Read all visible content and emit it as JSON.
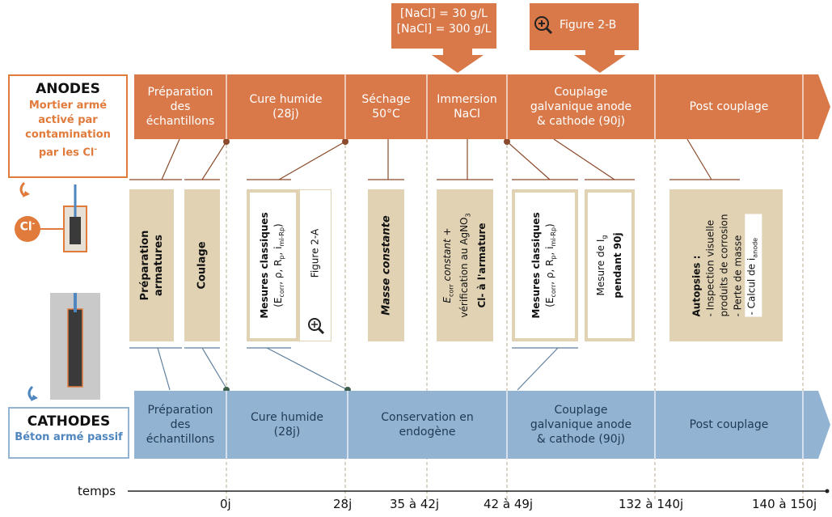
{
  "anodes": {
    "title": "ANODES",
    "desc_lines": [
      "Mortier armé",
      "activé par",
      "contamination",
      "par les Cl",
      "-"
    ]
  },
  "cathodes": {
    "title": "CATHODES",
    "desc": "Béton armé passif"
  },
  "cl_label": "Cl",
  "cl_sup": "-",
  "callouts": {
    "nacl_line1": "[NaCl] = 30 g/L",
    "nacl_line2": "[NaCl] = 300 g/L",
    "fig2b": "Figure 2-B"
  },
  "anode_phases": [
    [
      "Préparation",
      "des",
      "échantillons"
    ],
    [
      "Cure humide",
      "(28j)"
    ],
    [
      "Séchage",
      "50°C"
    ],
    [
      "Immersion",
      "NaCl"
    ],
    [
      "Couplage",
      "galvanique anode",
      "& cathode (90j)"
    ],
    [
      "Post couplage"
    ]
  ],
  "cathode_phases": [
    [
      "Préparation",
      "des",
      "échantillons"
    ],
    [
      "Cure humide",
      "(28j)"
    ],
    [
      "Conservation en",
      "endogène"
    ],
    [
      "Couplage",
      "galvanique anode",
      "& cathode (90j)"
    ],
    [
      "Post couplage"
    ]
  ],
  "boxes": {
    "prep_armatures": [
      "Préparation",
      "armatures"
    ],
    "coulage": "Coulage",
    "mesures_title": "Mesures classiques",
    "mesures_params": "(E",
    "mesures_corr": "corr",
    "mesures_rest": ", ρ, R",
    "mesures_p": "p",
    "mesures_i": ", i",
    "mesures_mirp": "mi-Rp",
    "mesures_close": ")",
    "figure2a": "Figure 2-A",
    "masse": "Masse constante",
    "ecorr_e": "E",
    "ecorr_sub": "corr",
    "ecorr_line1_rest": " constant +",
    "ecorr_line2": "vérification au AgNO",
    "ecorr_line2_sub": "3",
    "ecorr_line3": "Cl- à l'armature",
    "ig_line1": "Mesure de I",
    "ig_sub": "g",
    "ig_line2": "pendant 90j",
    "autopsies_title": "Autopsies :",
    "autopsies_l1": "- Inspection visuelle",
    "autopsies_l2": "produits de corrosion",
    "autopsies_l3": "- Perte de masse",
    "autopsies_l4": "- Calcul de i",
    "autopsies_sub": "anode"
  },
  "timeline": {
    "label": "temps",
    "ticks": [
      "0j",
      "28j",
      "35 à 42j",
      "42 à 49j",
      "132 à 140j",
      "140 à 150j"
    ]
  },
  "colors": {
    "anode": "#d9794a",
    "anode_text": "#e07b3c",
    "cathode": "#93b3d3",
    "cathode_text": "#4f86bf",
    "box": "#e1d2b4",
    "line_brown": "#8b4a2b",
    "line_blue": "#5f7f9f"
  }
}
